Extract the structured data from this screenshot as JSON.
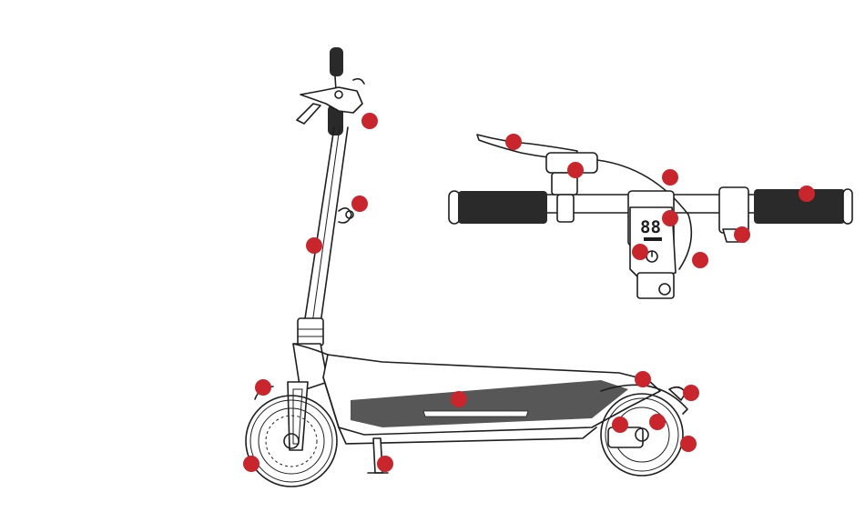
{
  "display": {
    "speed_readout": "88"
  },
  "colors": {
    "hotspot": "#c9252c",
    "line": "#1e1e1e",
    "background": "#ffffff"
  },
  "hotspots": [
    {
      "id": "hotspot-1"
    },
    {
      "id": "hotspot-2"
    },
    {
      "id": "hotspot-3"
    },
    {
      "id": "hotspot-4"
    },
    {
      "id": "hotspot-5"
    },
    {
      "id": "hotspot-6"
    },
    {
      "id": "hotspot-7"
    },
    {
      "id": "hotspot-8"
    },
    {
      "id": "hotspot-9"
    },
    {
      "id": "hotspot-10"
    },
    {
      "id": "hotspot-11"
    },
    {
      "id": "hotspot-12"
    },
    {
      "id": "hotspot-13"
    },
    {
      "id": "hotspot-14"
    },
    {
      "id": "hotspot-15"
    },
    {
      "id": "hotspot-16"
    },
    {
      "id": "hotspot-17"
    },
    {
      "id": "hotspot-18"
    },
    {
      "id": "hotspot-19"
    },
    {
      "id": "hotspot-20"
    },
    {
      "id": "hotspot-21"
    }
  ]
}
